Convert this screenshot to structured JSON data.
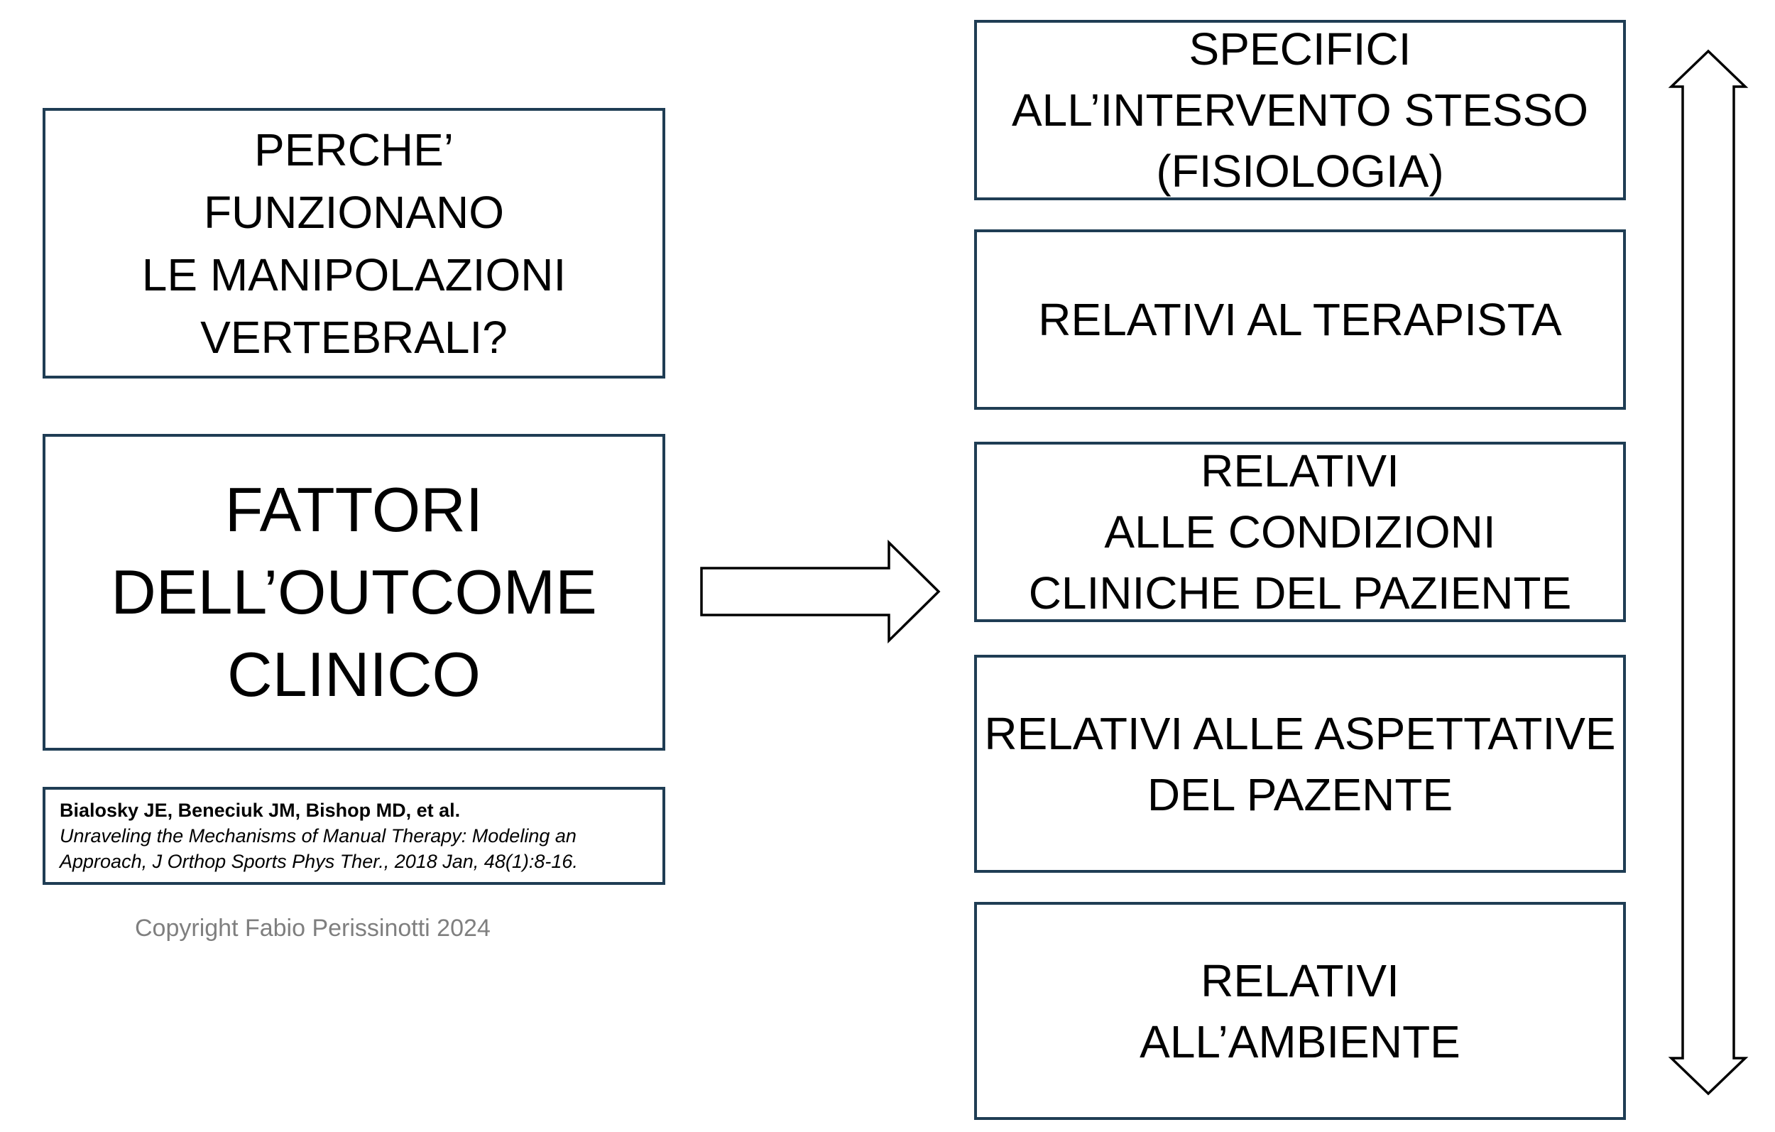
{
  "question": {
    "lines": [
      "PERCHE’",
      "FUNZIONANO",
      "LE MANIPOLAZIONI",
      "VERTEBRALI?"
    ]
  },
  "outcome": {
    "lines": [
      "FATTORI",
      "DELL’OUTCOME",
      "CLINICO"
    ]
  },
  "reference": {
    "authors": "Bialosky JE, Beneciuk JM, Bishop MD, et al.",
    "citation_line1": "Unraveling the Mechanisms of Manual Therapy: Modeling an",
    "citation_line2": "Approach, J Orthop Sports Phys Ther., 2018 Jan, 48(1):8-16."
  },
  "copyright": "Copyright Fabio Perissinotti 2024",
  "factors": [
    {
      "lines": [
        "SPECIFICI",
        "ALL’INTERVENTO STESSO",
        "(FISIOLOGIA)"
      ]
    },
    {
      "lines": [
        "RELATIVI AL TERAPISTA"
      ]
    },
    {
      "lines": [
        "RELATIVI",
        "ALLE CONDIZIONI",
        "CLINICHE DEL PAZIENTE"
      ]
    },
    {
      "lines": [
        "RELATIVI ALLE ASPETTATIVE",
        "DEL PAZENTE"
      ]
    },
    {
      "lines": [
        "RELATIVI",
        "ALL’AMBIENTE"
      ]
    }
  ],
  "colors": {
    "box_border": "#1f3d54",
    "text": "#000000",
    "copyright_text": "#7f7f7f"
  },
  "icons": {
    "right_arrow": "arrow-right-icon",
    "vertical_arrow": "double-arrow-vertical-icon"
  }
}
